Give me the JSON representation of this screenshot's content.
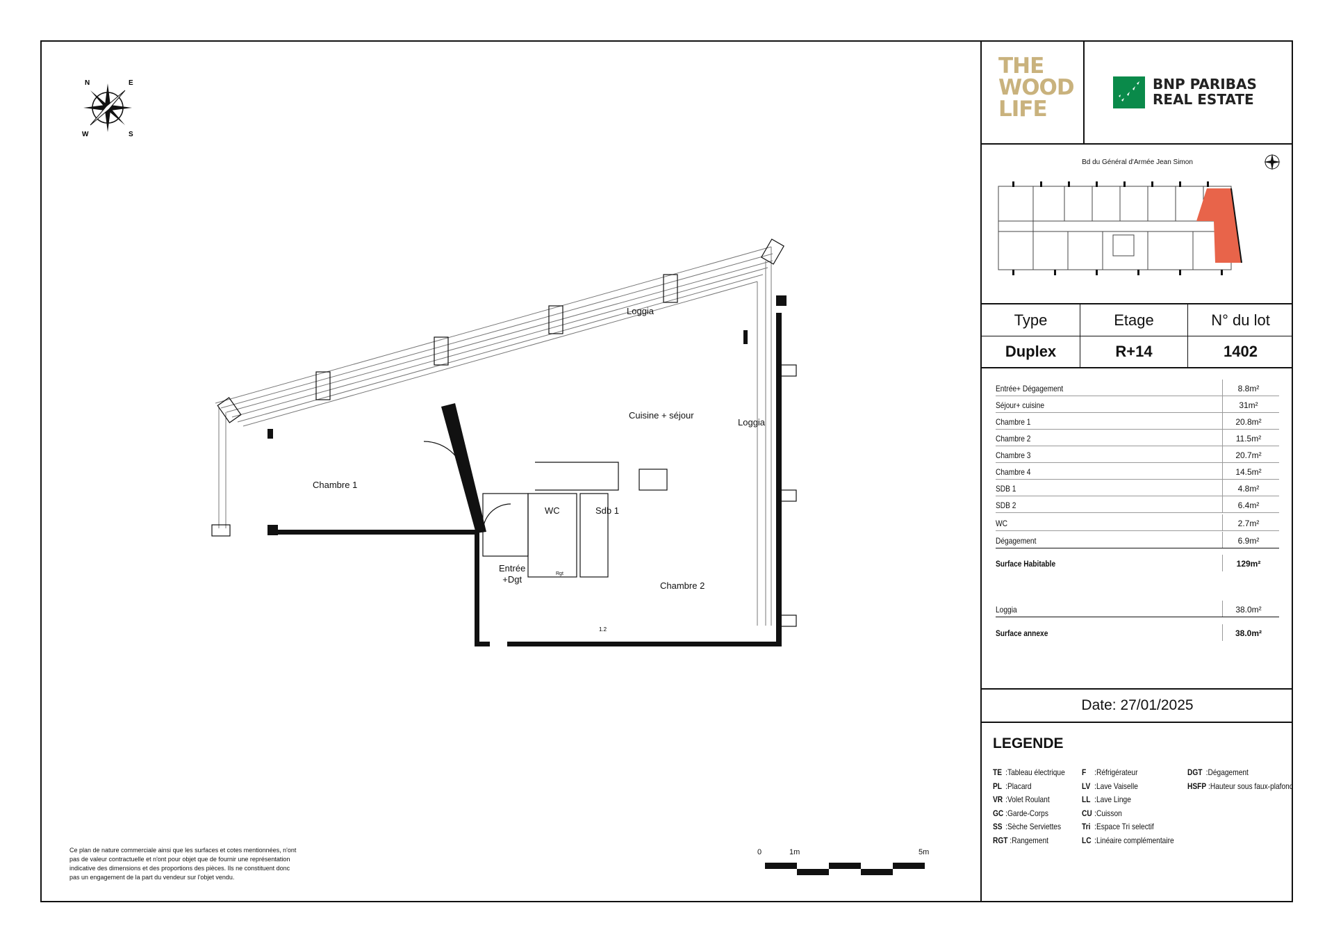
{
  "compass": {
    "n": "N",
    "e": "E",
    "s": "S",
    "w": "W"
  },
  "plan_labels": {
    "loggia_top": "Loggia",
    "loggia_right": "Loggia",
    "cuisine": "Cuisine + séjour",
    "chambre1": "Chambre 1",
    "wc": "WC",
    "sdb1": "Sdb 1",
    "entree": "Entrée\n+Dgt",
    "chambre2": "Chambre 2",
    "rgt": "Rgt"
  },
  "disclaimer": "Ce plan de nature commerciale ainsi que les surfaces et cotes mentionnées, n'ont pas de valeur contractuelle et n'ont pour objet que de fournir une représentation indicative des dimensions et des proportions des pièces. Ils ne constituent donc pas un engagement de la part du vendeur sur l'objet vendu.",
  "scale": {
    "zero": "0",
    "one": "1m",
    "five": "5m"
  },
  "logos": {
    "wood": "THE\nWOOD\nLIFE",
    "bnp": "BNP PARIBAS\nREAL ESTATE"
  },
  "minimap": {
    "street": "Bd du Général d'Armée Jean Simon"
  },
  "lot": {
    "type_label": "Type",
    "etage_label": "Etage",
    "lot_label": "N° du lot",
    "type": "Duplex",
    "etage": "R+14",
    "lot": "1402"
  },
  "areas": [
    {
      "label": "Entrée+ Dégagement",
      "value": "8.8m²"
    },
    {
      "label": "Séjour+ cuisine",
      "value": "31m²"
    },
    {
      "label": "Chambre 1",
      "value": "20.8m²"
    },
    {
      "label": "Chambre 2",
      "value": "11.5m²"
    },
    {
      "label": "Chambre 3",
      "value": "20.7m²"
    },
    {
      "label": "Chambre 4",
      "value": "14.5m²"
    },
    {
      "label": "SDB 1",
      "value": "4.8m²"
    },
    {
      "label": "SDB 2",
      "value": "6.4m²"
    },
    {
      "label": "WC",
      "value": "2.7m²"
    },
    {
      "label": "Dégagement",
      "value": "6.9m²"
    }
  ],
  "surface_habitable": {
    "label": "Surface Habitable",
    "value": "129m²"
  },
  "loggia": {
    "label": "Loggia",
    "value": "38.0m²"
  },
  "surface_annexe": {
    "label": "Surface annexe",
    "value": "38.0m²"
  },
  "date": "Date: 27/01/2025",
  "legend_title": "LEGENDE",
  "legend": [
    [
      [
        "TE",
        ":Tableau électrique"
      ],
      [
        "PL",
        ":Placard"
      ],
      [
        "VR",
        ":Volet Roulant"
      ],
      [
        "GC",
        ":Garde-Corps"
      ],
      [
        "SS",
        ":Sèche Serviettes"
      ],
      [
        "RGT",
        ":Rangement"
      ]
    ],
    [
      [
        "F",
        ":Réfrigérateur"
      ],
      [
        "LV",
        ":Lave Vaiselle"
      ],
      [
        "LL",
        ":Lave Linge"
      ],
      [
        "CU",
        ":Cuisson"
      ],
      [
        "Tri",
        ":Espace Tri selectif"
      ],
      [
        "LC",
        ":Linéaire complémentaire"
      ]
    ],
    [
      [
        "DGT",
        ":Dégagement"
      ],
      [
        "HSFP",
        ":Hauteur sous faux-plafond"
      ]
    ]
  ],
  "colors": {
    "highlight": "#e8644a",
    "wood": "#c9b27d",
    "bnp_green": "#0a8a4a"
  }
}
